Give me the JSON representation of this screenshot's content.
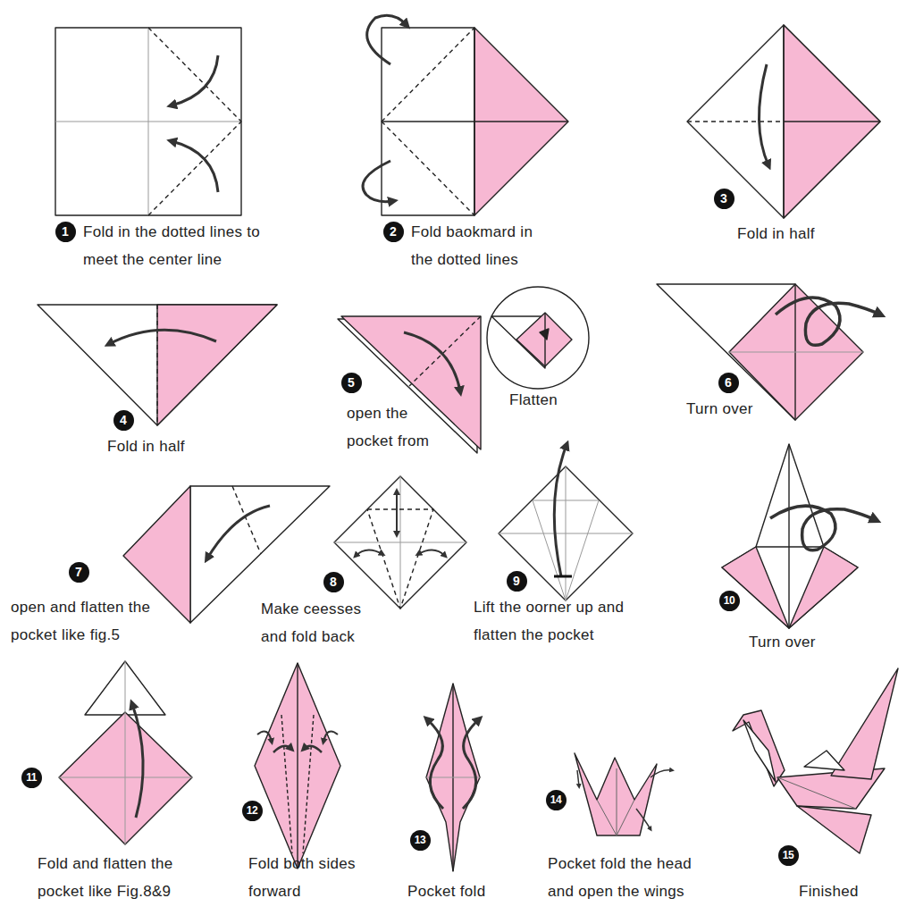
{
  "diagram": {
    "labels": [
      "1",
      "Fold in the dotted lines to meet the center line",
      "2",
      "Fold baokmard in the dotted lines",
      "3",
      "Fold in half",
      "4",
      "Fold in half",
      "5",
      "open the pocket from",
      "Flatten",
      "6",
      "Turn over",
      "7",
      "open and flatten the pocket like fig.5",
      "8",
      "Make ceesses and fold back",
      "9",
      "Lift the oorner up and flatten the pocket",
      "10",
      "Turn over",
      "11",
      "Fold and flatten the pocket like Fig.8&9",
      "12",
      "Fold both sides forward",
      "13",
      "Pocket fold",
      "14",
      "Pocket fold the head and open the wings",
      "15",
      "Finished"
    ]
  }
}
